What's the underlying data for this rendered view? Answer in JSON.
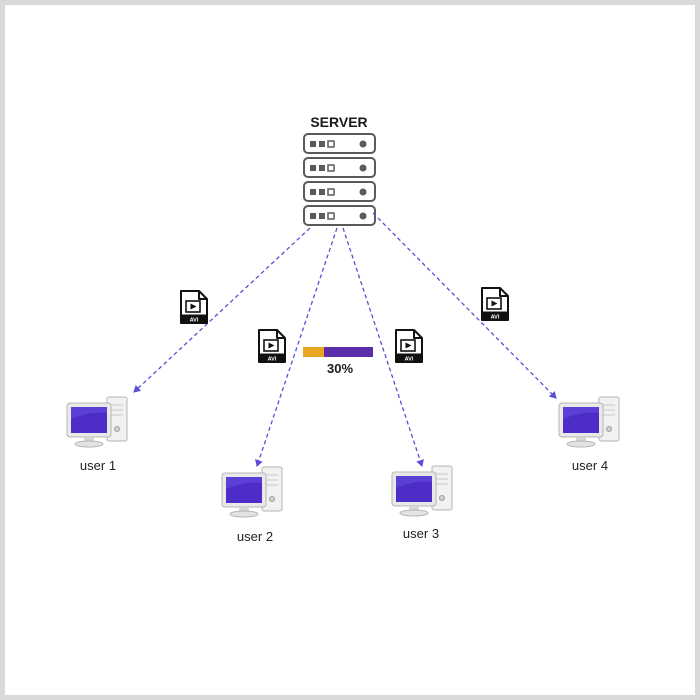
{
  "server": {
    "label": "SERVER"
  },
  "users": [
    {
      "label": "user 1"
    },
    {
      "label": "user 2"
    },
    {
      "label": "user 3"
    },
    {
      "label": "user 4"
    }
  ],
  "file_icons": {
    "type_label": "AVI",
    "icon": "video-file-icon"
  },
  "progress": {
    "label": "30%",
    "value": 0.3,
    "fill_color": "#e8a623",
    "track_color": "#5b2da8"
  },
  "colors": {
    "link_line": "#5b4fd6",
    "screen": "#4d2cc8",
    "server_stroke": "#5a5a5a",
    "frame_border": "#d9d9d9"
  }
}
